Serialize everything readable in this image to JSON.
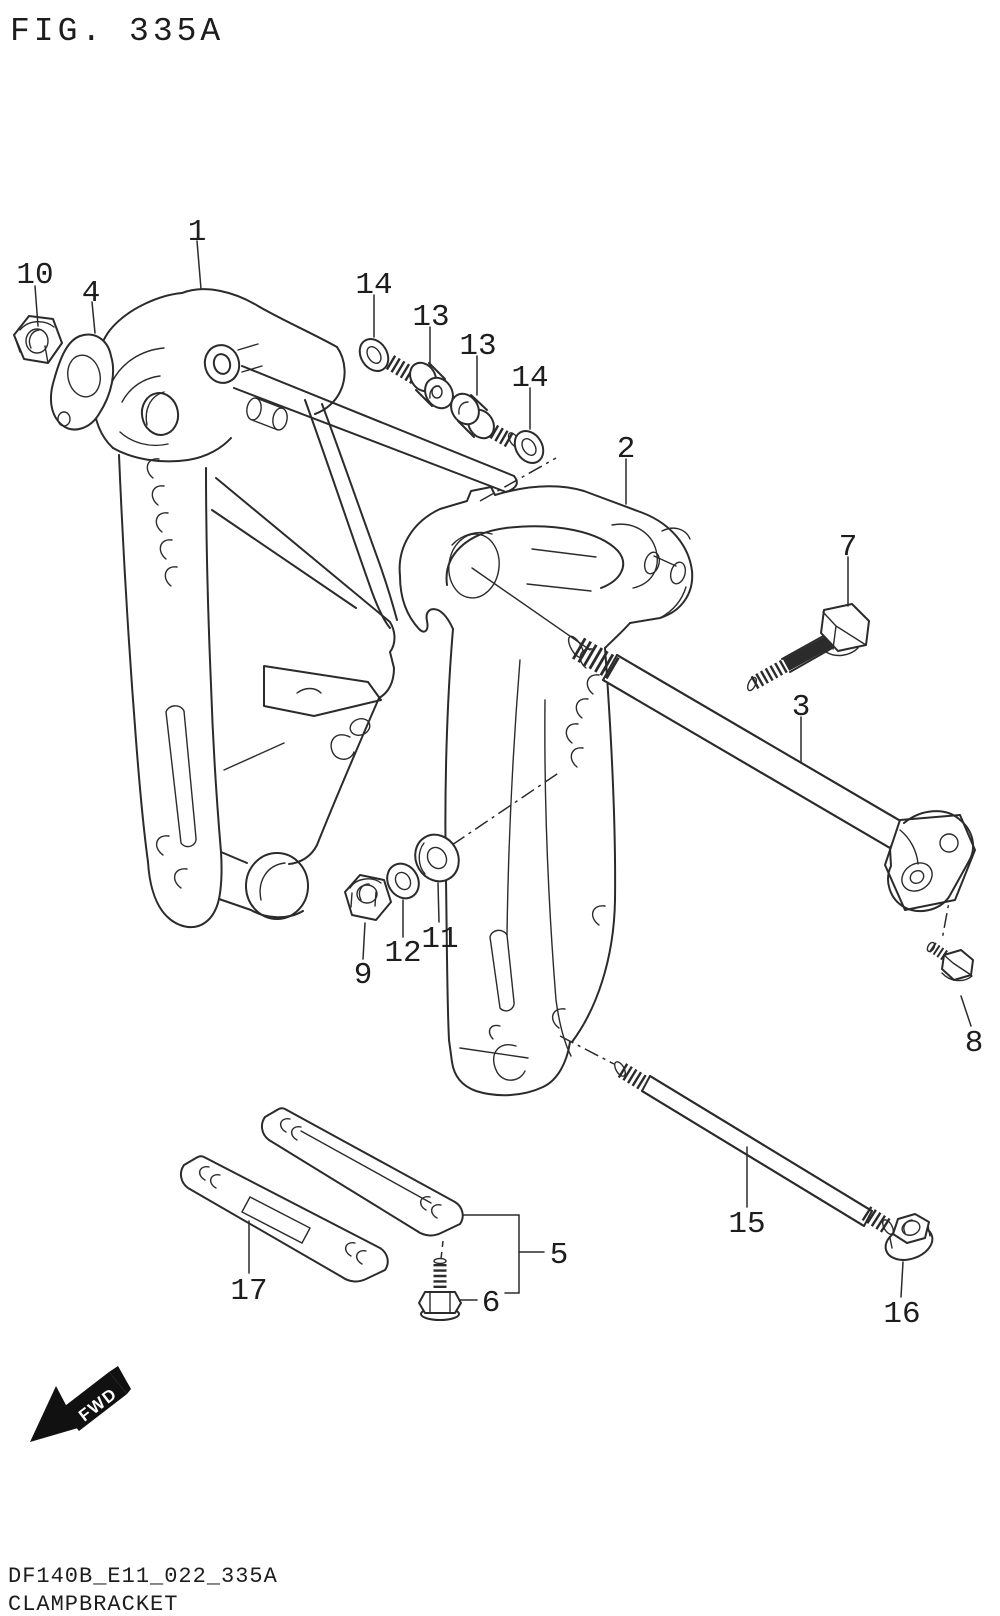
{
  "figure": {
    "title": "FIG. 335A",
    "drawing_code": "DF140B_E11_022_335A",
    "part_name": "CLAMPBRACKET",
    "fwd_label": "FWD"
  },
  "callouts": [
    {
      "ref": "1"
    },
    {
      "ref": "10"
    },
    {
      "ref": "4"
    },
    {
      "ref": "14"
    },
    {
      "ref": "13"
    },
    {
      "ref": "13"
    },
    {
      "ref": "14"
    },
    {
      "ref": "2"
    },
    {
      "ref": "7"
    },
    {
      "ref": "3"
    },
    {
      "ref": "8"
    },
    {
      "ref": "9"
    },
    {
      "ref": "12"
    },
    {
      "ref": "11"
    },
    {
      "ref": "17"
    },
    {
      "ref": "6"
    },
    {
      "ref": "5"
    },
    {
      "ref": "15"
    },
    {
      "ref": "16"
    }
  ]
}
